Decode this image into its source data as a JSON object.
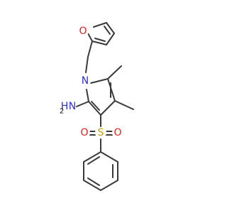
{
  "molecule": {
    "atoms": {
      "furan_o": {
        "label": "O",
        "color": "#e0201b"
      },
      "ring_n": {
        "label": "N",
        "color": "#2f2fd0"
      },
      "amine_n": {
        "label": "N",
        "color": "#2f2fd0"
      },
      "amine_h2": {
        "label": "H",
        "color": "#2f2fd0"
      },
      "sulfur": {
        "label": "S",
        "color": "#c9a400"
      },
      "sulfonyl_o_left": {
        "label": "O",
        "color": "#e0201b"
      },
      "sulfonyl_o_right": {
        "label": "O",
        "color": "#e0201b"
      }
    },
    "bond_color": "#3a3a3a"
  }
}
